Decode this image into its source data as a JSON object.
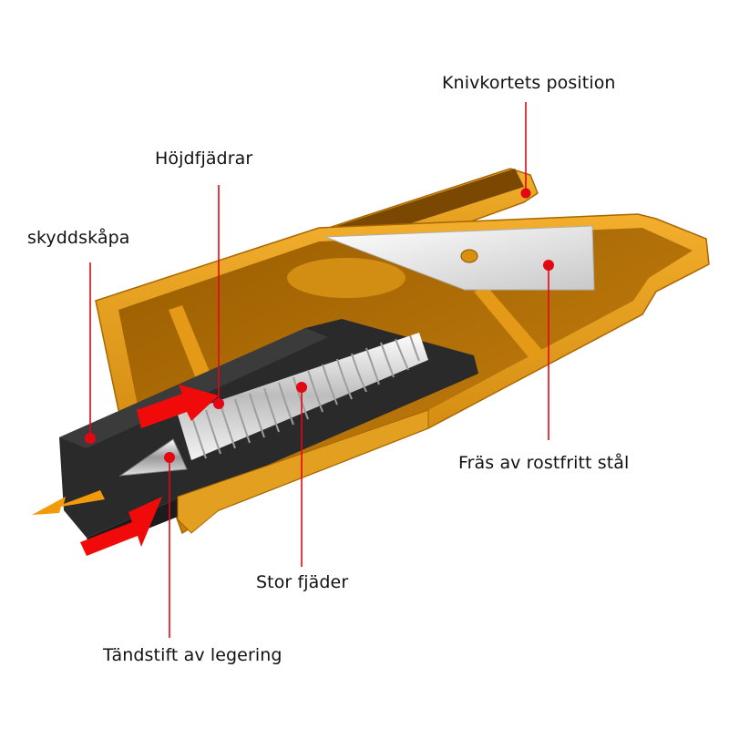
{
  "diagram": {
    "subject": "Knife sharpener / cutter cutaway diagram",
    "colors": {
      "housing": "#D9900E",
      "housing_dark": "#8A5200",
      "housing_light": "#F0AA2A",
      "core": "#2A2A2A",
      "spring": "#E8E8E8",
      "blade": "#E6E6E6",
      "callout": "#E30613",
      "arrow_red": "#F00A0A",
      "arrow_orange": "#F39A0B"
    },
    "labels": {
      "knife_card_position": "Knivkortets position",
      "height_springs": "Höjdfjädrar",
      "protective_cover": "skyddskåpa",
      "stainless_cutter": "Fräs av rostfritt stål",
      "large_spring": "Stor fjäder",
      "alloy_ignition_pin": "Tändstift av legering"
    }
  }
}
